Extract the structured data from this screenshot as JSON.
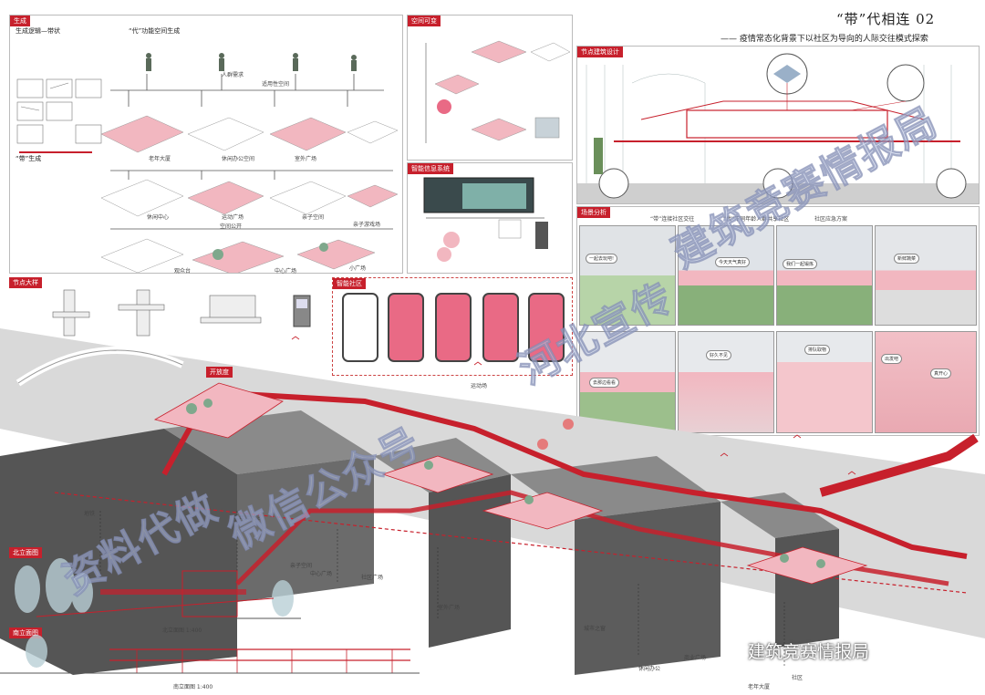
{
  "header": {
    "title": "“带”代相连 02",
    "subtitle": "—— 疫情常态化背景下以社区为导向的人际交往模式探索"
  },
  "sections": {
    "generation": "生成",
    "dai_generation_title": "生成逻辑—带状",
    "dai_function_title": "“代”功能空间生成",
    "dai_sheng": "“带”生成",
    "space_composition": "空间可变",
    "node_design": "节点建筑设计",
    "info_system": "智能信息系统",
    "node_detail": "节点大样",
    "smart_app": "智能社区",
    "scene": "场景分析",
    "opening": "开放度",
    "north_elev": "北立面图",
    "south_elev": "南立面图"
  },
  "people_labels": {
    "need": "人群需求",
    "path": "适用性空间"
  },
  "function_spaces": [
    "老年大厦",
    "休闲办公空间",
    "室外广场",
    "休闲中心",
    "运动广场",
    "亲子空间",
    "亲子游戏场",
    "空间公开",
    "观众台",
    "中心广场",
    "小广场"
  ],
  "scene_headers": [
    "“带”连接社区交往",
    "“代”不同年龄人群共享社区",
    "社区应急方案"
  ],
  "scene_bubbles": [
    "一起去玩吧!",
    "今天天气真好",
    "我们一起锻炼",
    "新鲜蔬菜",
    "去那边看看",
    "好久不见",
    "排队取物",
    "出发吧",
    "真开心"
  ],
  "axon_labels": [
    "地铁",
    "老年活动站",
    "亲子空间",
    "中心广场",
    "社区广场",
    "室外广场",
    "运动场",
    "城市之窗",
    "休闲办公",
    "商业广场",
    "老年大厦",
    "社区"
  ],
  "elev_scale_north": "北立面图 1:400",
  "elev_scale_south": "南立面图 1:400",
  "watermark_lines": [
    "资料代做",
    "微信公众号",
    "河北宣传",
    "建筑竞赛情报局"
  ],
  "logo_text": "建筑竞赛情报局",
  "colors": {
    "accent": "#c7202c",
    "pink": "#f2b7c0",
    "grey": "#6b6b6b"
  }
}
